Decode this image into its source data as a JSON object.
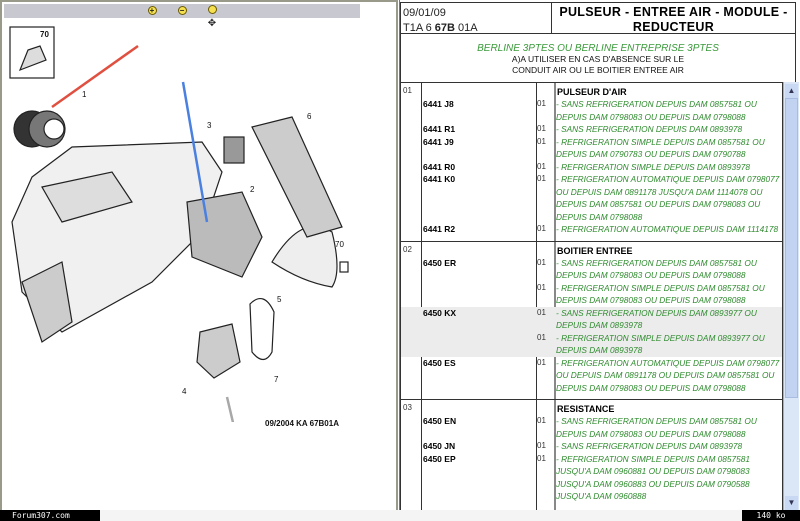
{
  "toolbar": {
    "zoom_in": "+",
    "zoom_out": "−",
    "pan": "✥"
  },
  "diagram": {
    "callouts": [
      "1",
      "2",
      "3",
      "4",
      "5",
      "6",
      "7",
      "70"
    ],
    "inset_label": "70",
    "reference": "09/2004  KA 67B01A",
    "arrow_colors": {
      "red": "#e05040",
      "blue": "#4a80e0",
      "gray": "#a8a8a8"
    }
  },
  "footer": {
    "site": "Forum307.com",
    "size": "140 ko"
  },
  "header": {
    "date": "09/01/09",
    "code_pre": "T1A 6 ",
    "code_bold": "67B",
    "code_post": " 01A",
    "title": "PULSEUR - ENTREE AIR - MODULE - REDUCTEUR"
  },
  "variant": {
    "model": "BERLINE 3PTES OU BERLINE ENTREPRISE 3PTES",
    "note1": "A)A UTILISER EN CAS D'ABSENCE SUR LE",
    "note2": "CONDUIT AIR OU LE BOITIER ENTREE AIR"
  },
  "groups": [
    {
      "num": "01",
      "title": "PULSEUR D'AIR",
      "rows": [
        {
          "ref": "6441 J8",
          "qty": "01",
          "desc": "- SANS REFRIGERATION DEPUIS DAM 0857581 OU DEPUIS DAM 0798083 OU DEPUIS DAM 0798088"
        },
        {
          "ref": "6441 R1",
          "qty": "01",
          "desc": "- SANS REFRIGERATION DEPUIS DAM 0893978"
        },
        {
          "ref": "6441 J9",
          "qty": "01",
          "desc": "- REFRIGERATION SIMPLE DEPUIS DAM 0857581 OU DEPUIS DAM 0790783 OU DEPUIS DAM 0790788"
        },
        {
          "ref": "6441 R0",
          "qty": "01",
          "desc": "- REFRIGERATION SIMPLE DEPUIS DAM 0893978"
        },
        {
          "ref": "6441 K0",
          "qty": "01",
          "desc": "- REFRIGERATION AUTOMATIQUE DEPUIS DAM 0798077 OU DEPUIS DAM 0891178 JUSQU'A DAM 1114078 OU DEPUIS DAM 0857581 OU DEPUIS DAM 0798083 OU DEPUIS DAM 0798088"
        },
        {
          "ref": "6441 R2",
          "qty": "01",
          "desc": "- REFRIGERATION AUTOMATIQUE DEPUIS DAM 1114178"
        }
      ]
    },
    {
      "num": "02",
      "title": "BOITIER ENTREE",
      "rows": [
        {
          "ref": "6450 ER",
          "qty": "01",
          "desc": "- SANS REFRIGERATION DEPUIS DAM 0857581 OU DEPUIS DAM 0798083 OU DEPUIS DAM 0798088"
        },
        {
          "ref": "",
          "qty": "01",
          "desc": "- REFRIGERATION SIMPLE DEPUIS DAM 0857581 OU DEPUIS DAM 0798083 OU DEPUIS DAM 0798088"
        },
        {
          "ref": "6450 KX",
          "qty": "01",
          "desc": "- SANS REFRIGERATION DEPUIS DAM 0893977 OU DEPUIS DAM 0893978"
        },
        {
          "ref": "",
          "qty": "01",
          "desc": "- REFRIGERATION SIMPLE DEPUIS DAM 0893977 OU DEPUIS DAM 0893978"
        },
        {
          "ref": "6450 ES",
          "qty": "01",
          "desc": "- REFRIGERATION AUTOMATIQUE DEPUIS DAM 0798077 OU DEPUIS DAM 0891178 OU DEPUIS DAM 0857581 OU DEPUIS DAM 0798083 OU DEPUIS DAM 0798088"
        }
      ]
    },
    {
      "num": "03",
      "title": "RESISTANCE",
      "rows": [
        {
          "ref": "6450 EN",
          "qty": "01",
          "desc": "- SANS REFRIGERATION DEPUIS DAM 0857581 OU DEPUIS DAM 0798083 OU DEPUIS DAM 0798088"
        },
        {
          "ref": "6450 JN",
          "qty": "01",
          "desc": "- SANS REFRIGERATION DEPUIS DAM 0893978"
        },
        {
          "ref": "6450 EP",
          "qty": "01",
          "desc": "- REFRIGERATION SIMPLE DEPUIS DAM 0857581 JUSQU'A DAM 0960881 OU DEPUIS DAM 0798083 JUSQU'A DAM 0960883 OU DEPUIS DAM 0790588 JUSQU'A DAM 0960888"
        }
      ]
    }
  ]
}
